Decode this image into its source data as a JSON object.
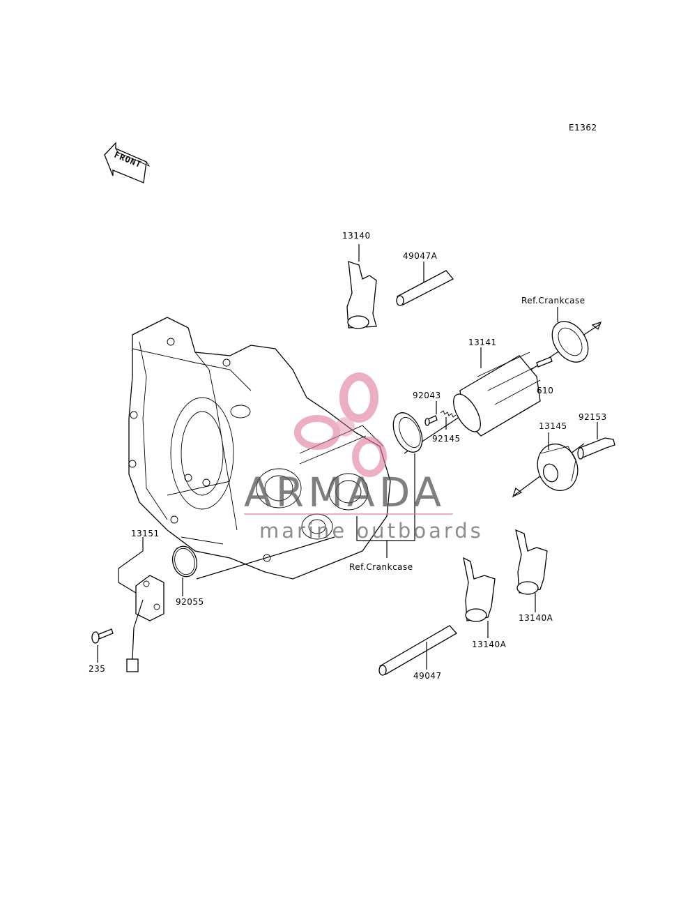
{
  "diagram": {
    "code": "E1362",
    "front_label": "FRONT",
    "watermark": {
      "brand": "ARMADA",
      "tagline": "marine outboards",
      "color": "#e07aa0"
    },
    "parts": [
      {
        "id": "p13140",
        "label": "13140"
      },
      {
        "id": "p49047A",
        "label": "49047A"
      },
      {
        "id": "pRefTop",
        "label": "Ref.Crankcase"
      },
      {
        "id": "p13141",
        "label": "13141"
      },
      {
        "id": "p610",
        "label": "610"
      },
      {
        "id": "p92043",
        "label": "92043"
      },
      {
        "id": "p92145",
        "label": "92145"
      },
      {
        "id": "p92153",
        "label": "92153"
      },
      {
        "id": "p13145",
        "label": "13145"
      },
      {
        "id": "p13151",
        "label": "13151"
      },
      {
        "id": "pRefBot",
        "label": "Ref.Crankcase"
      },
      {
        "id": "p92055",
        "label": "92055"
      },
      {
        "id": "p13140A1",
        "label": "13140A"
      },
      {
        "id": "p13140A2",
        "label": "13140A"
      },
      {
        "id": "p235",
        "label": "235"
      },
      {
        "id": "p49047",
        "label": "49047"
      }
    ]
  }
}
